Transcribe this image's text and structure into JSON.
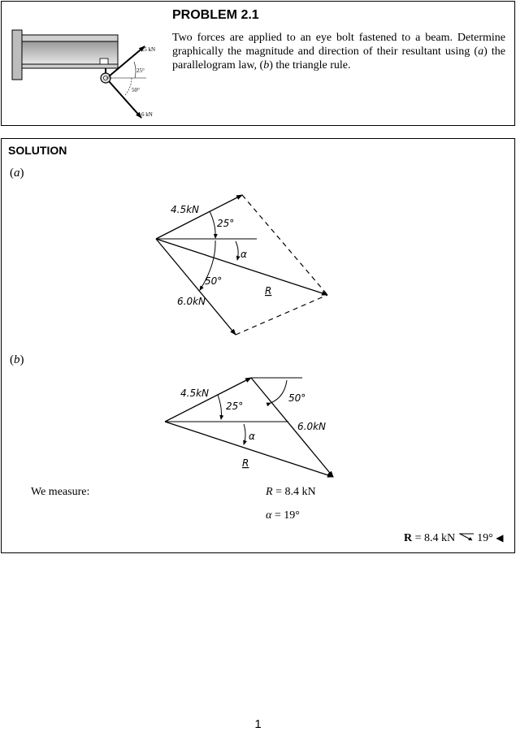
{
  "problem": {
    "title": "PROBLEM 2.1",
    "text_parts": [
      "Two forces are applied to an eye bolt fastened to a beam. Determine graphically the magnitude and direction of their resultant using (",
      "a",
      ") the parallelogram law, (",
      "b",
      ") the triangle rule."
    ],
    "figure_labels": {
      "force_top": "4.5 kN",
      "force_bottom": "6 kN",
      "angle_top": "25°",
      "angle_bottom": "50°"
    }
  },
  "solution": {
    "title": "SOLUTION",
    "part_a_label": "a",
    "part_b_label": "b",
    "sketch_a": {
      "force_top": "4.5kN",
      "force_bottom": "6.0kN",
      "angle_top": "25°",
      "angle_bottom": "50°",
      "alpha": "α",
      "resultant": "R"
    },
    "sketch_b": {
      "force_top": "4.5kN",
      "force_bottom": "6.0kN",
      "angle_top": "25°",
      "angle_bottom": "50°",
      "alpha": "α",
      "resultant": "R"
    },
    "measure_label": "We measure:",
    "R_line": "R = 8.4 kN",
    "alpha_line": "α = 19°",
    "final_bold": "R",
    "final_rest": " = 8.4 kN",
    "final_angle": " 19°"
  },
  "page_number": "1"
}
